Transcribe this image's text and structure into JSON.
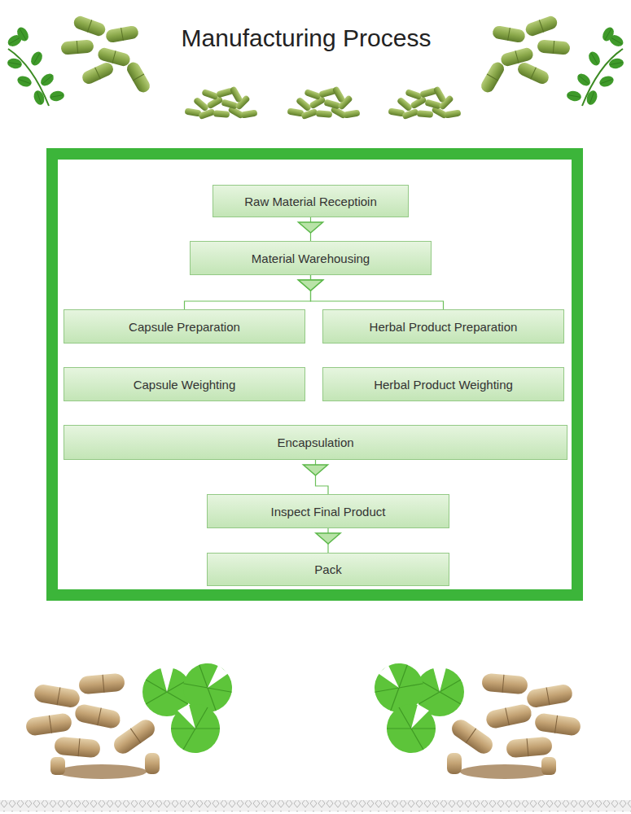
{
  "diagram": {
    "title": "Manufacturing Process",
    "nodes": [
      {
        "text": [
          "Raw Material Receptioin"
        ]
      },
      {
        "text": [
          "Material Warehousing"
        ]
      },
      {
        "text": [
          "Capsule Preparation"
        ]
      },
      {
        "text": [
          "Herbal Product Preparation"
        ]
      },
      {
        "text": [
          "Capsule Weighting"
        ]
      },
      {
        "text": [
          "Herbal Product Weighting"
        ]
      },
      {
        "text": [
          "Encapsulation"
        ]
      },
      {
        "text": [
          "Inspect Final Product"
        ]
      },
      {
        "text": [
          "Pack"
        ]
      }
    ],
    "edges": [
      {
        "from": 0,
        "to": 1,
        "arrow": "to"
      },
      {
        "from": 1,
        "to": 2,
        "arrow": "to"
      },
      {
        "from": 1,
        "to": 3,
        "arrow": "to"
      },
      {
        "from": 6,
        "to": 7,
        "arrow": "to"
      },
      {
        "from": 7,
        "to": 8,
        "arrow": "to"
      }
    ]
  }
}
